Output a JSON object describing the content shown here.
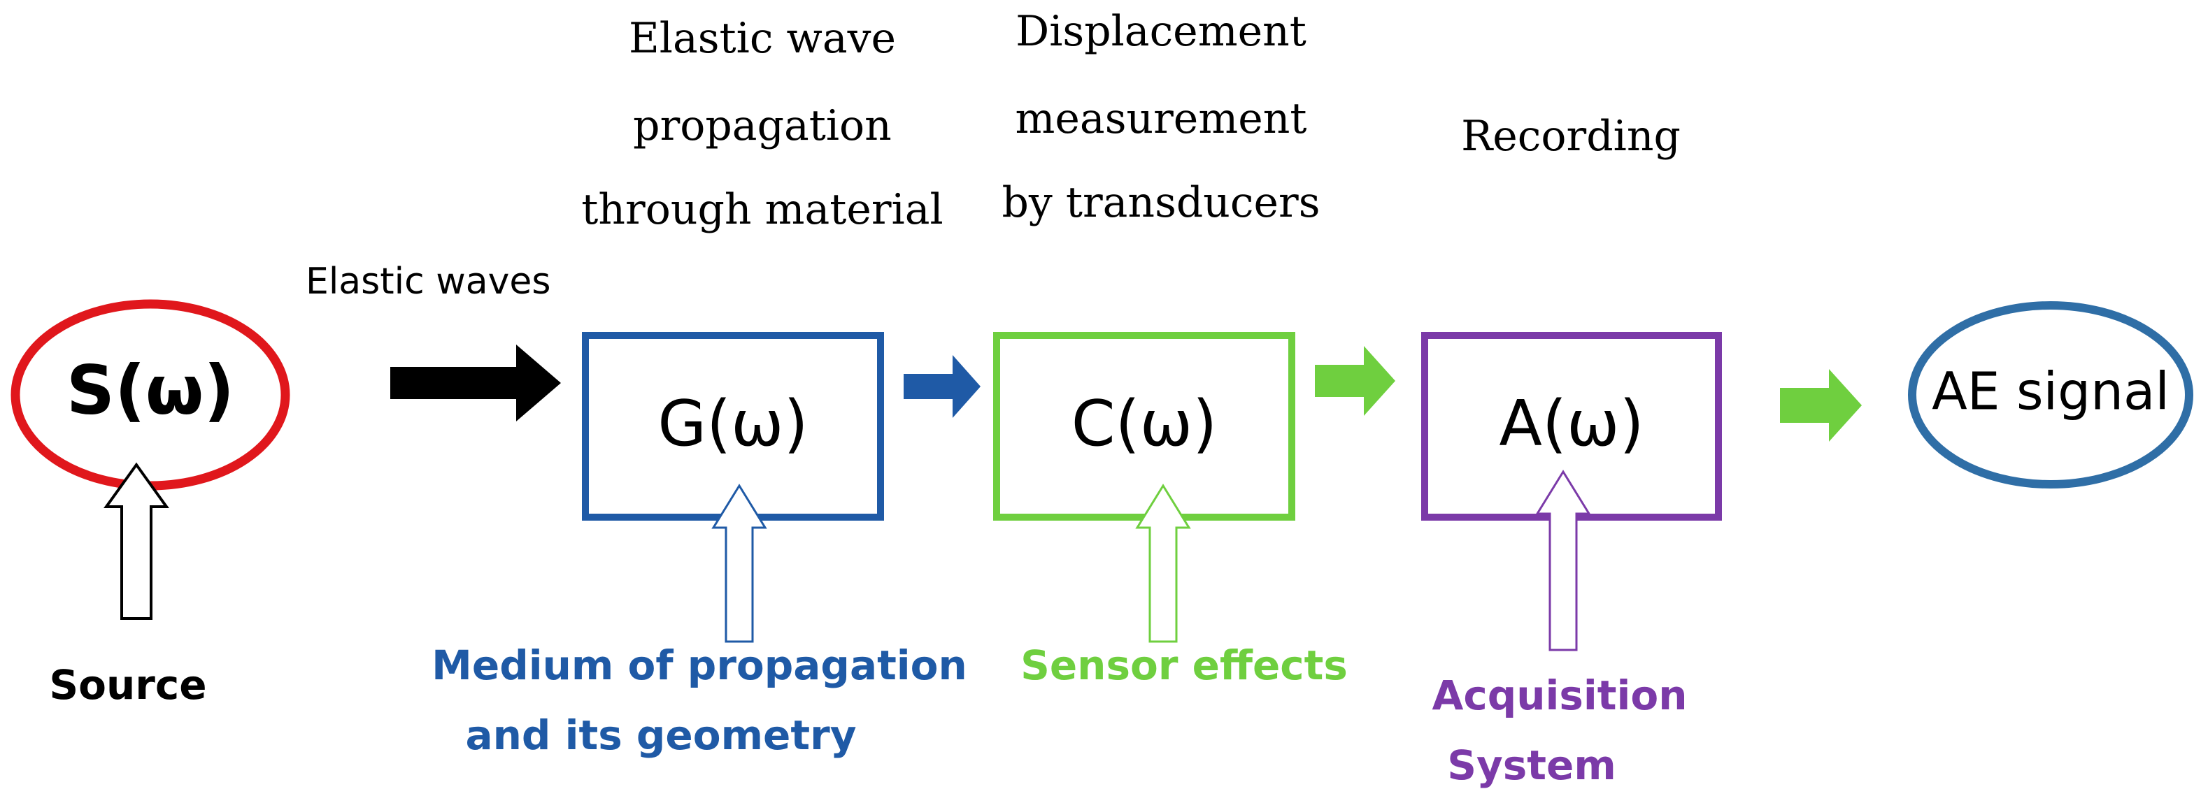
{
  "colors": {
    "source": "#e0171c",
    "medium": "#1f5aa6",
    "sensor": "#6fcf3f",
    "acquisition": "#7b3aa8",
    "signal": "#2f6ea6",
    "black": "#000000"
  },
  "source": {
    "symbol": "S(ω)",
    "label": "Source"
  },
  "input_arrow_label": "Elastic waves",
  "blocks": [
    {
      "symbol": "G(ω)",
      "stage": [
        "Elastic wave",
        "propagation",
        "through material"
      ],
      "label": [
        "Medium of propagation",
        "and its geometry"
      ]
    },
    {
      "symbol": "C(ω)",
      "stage": [
        "Displacement",
        "measurement",
        "by transducers"
      ],
      "label": [
        "Sensor effects"
      ]
    },
    {
      "symbol": "A(ω)",
      "stage": [
        "Recording"
      ],
      "label": [
        "Acquisition",
        "System"
      ]
    }
  ],
  "output": {
    "label": "AE signal"
  }
}
